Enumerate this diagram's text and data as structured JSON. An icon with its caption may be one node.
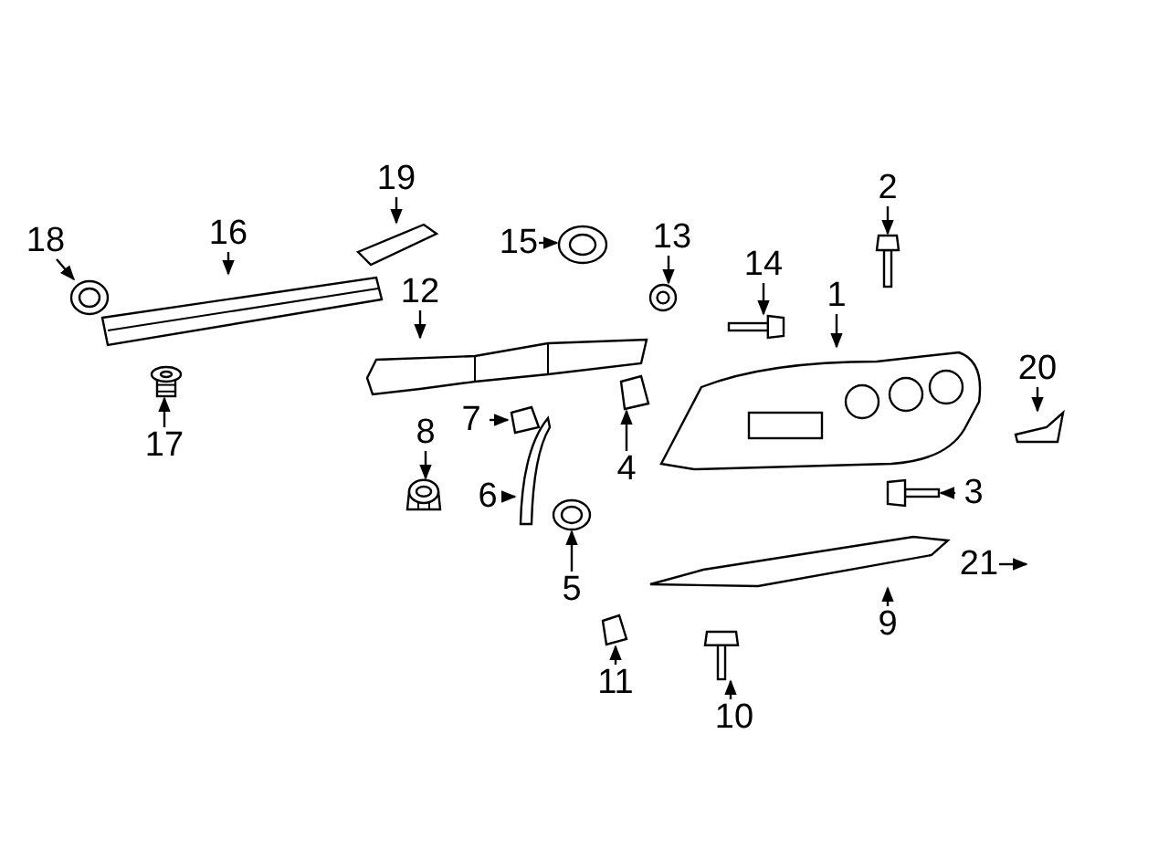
{
  "diagram": {
    "nodes": [
      {
        "text": [
          "19"
        ]
      },
      {
        "text": [
          "2"
        ]
      },
      {
        "text": [
          "18"
        ]
      },
      {
        "text": [
          "16"
        ]
      },
      {
        "text": [
          "15"
        ]
      },
      {
        "text": [
          "13"
        ]
      },
      {
        "text": [
          "14"
        ]
      },
      {
        "text": [
          "1"
        ]
      },
      {
        "text": [
          "12"
        ]
      },
      {
        "text": [
          "20"
        ]
      },
      {
        "text": [
          "7"
        ]
      },
      {
        "text": [
          "8"
        ]
      },
      {
        "text": [
          "4"
        ]
      },
      {
        "text": [
          "6"
        ]
      },
      {
        "text": [
          "3"
        ]
      },
      {
        "text": [
          "5"
        ]
      },
      {
        "text": [
          "17"
        ]
      },
      {
        "text": [
          "21"
        ]
      },
      {
        "text": [
          "9"
        ]
      },
      {
        "text": [
          "11"
        ]
      },
      {
        "text": [
          "10"
        ]
      },
      {
        "text": [],
        "shape": "picture"
      },
      {
        "text": [],
        "shape": "picture"
      },
      {
        "text": [],
        "shape": "picture"
      },
      {
        "text": [],
        "shape": "picture"
      },
      {
        "text": [],
        "shape": "picture"
      },
      {
        "text": [],
        "shape": "picture"
      },
      {
        "text": [],
        "shape": "picture"
      },
      {
        "text": [],
        "shape": "picture"
      },
      {
        "text": [],
        "shape": "picture"
      },
      {
        "text": [],
        "shape": "picture"
      },
      {
        "text": [],
        "shape": "picture"
      },
      {
        "text": [],
        "shape": "picture"
      },
      {
        "text": [],
        "shape": "picture"
      },
      {
        "text": [],
        "shape": "picture"
      },
      {
        "text": [],
        "shape": "picture"
      },
      {
        "text": [],
        "shape": "picture"
      },
      {
        "text": [],
        "shape": "picture"
      },
      {
        "text": [],
        "shape": "picture"
      },
      {
        "text": [],
        "shape": "picture"
      },
      {
        "text": [],
        "shape": "picture"
      }
    ],
    "edges": [
      {
        "from": 0,
        "to": 21,
        "arrow": "to"
      },
      {
        "from": 1,
        "to": 22,
        "arrow": "to"
      },
      {
        "from": 2,
        "to": 23,
        "arrow": "to"
      },
      {
        "from": 3,
        "to": 24,
        "arrow": "to"
      },
      {
        "from": 4,
        "to": 25,
        "arrow": "to"
      },
      {
        "from": 5,
        "to": 26,
        "arrow": "to"
      },
      {
        "from": 6,
        "to": 27,
        "arrow": "to"
      },
      {
        "from": 7,
        "to": 28,
        "arrow": "to"
      },
      {
        "from": 8,
        "to": 29,
        "arrow": "to"
      },
      {
        "from": 9,
        "to": 30,
        "arrow": "to"
      },
      {
        "from": 10,
        "to": 31,
        "arrow": "to"
      },
      {
        "from": 11,
        "to": 32,
        "arrow": "to"
      },
      {
        "from": 12,
        "to": 33,
        "arrow": "to"
      },
      {
        "from": 13,
        "to": 34,
        "arrow": "to"
      },
      {
        "from": 14,
        "to": 35,
        "arrow": "to"
      },
      {
        "from": 15,
        "to": 36,
        "arrow": "to"
      },
      {
        "from": 16,
        "to": 37,
        "arrow": "to"
      },
      {
        "from": 17,
        "to": null,
        "arrow": "to"
      },
      {
        "from": 18,
        "to": 38,
        "arrow": "to"
      },
      {
        "from": 19,
        "to": 39,
        "arrow": "to"
      },
      {
        "from": 20,
        "to": 40,
        "arrow": "to"
      }
    ]
  }
}
